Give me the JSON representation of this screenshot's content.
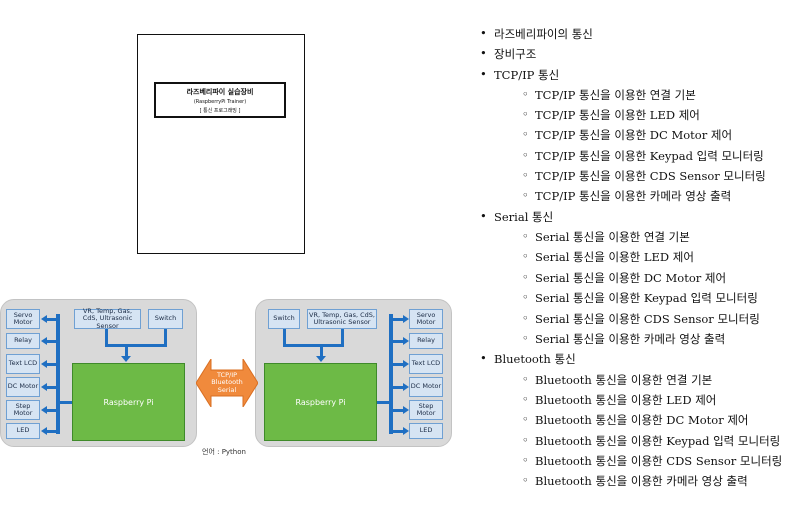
{
  "cover": {
    "title": "라즈베리파이 실습장비",
    "subtitle": "(RaspberryPi Trainer)",
    "tag": "[ 통신 프로그래밍 ]"
  },
  "diagram": {
    "left_panel": {
      "outputs": [
        "Servo Motor",
        "Relay",
        "Text LCD",
        "DC Motor",
        "Step Motor",
        "LED"
      ],
      "sensors": "VR, Temp, Gas, CdS, Ultrasonic Sensor",
      "switch": "Switch",
      "board": "Raspberry Pi"
    },
    "right_panel": {
      "outputs": [
        "Servo Motor",
        "Relay",
        "Text LCD",
        "DC Motor",
        "Step Motor",
        "LED"
      ],
      "sensors": "VR, Temp, Gas, CdS, Ultrasonic Sensor",
      "switch": "Switch",
      "board": "Raspberry Pi"
    },
    "link_label": "TCP/IP Bluetooth Serial",
    "language_note": "언어 : Python",
    "colors": {
      "panel": "#d9d9d9",
      "box": "#d6e4f3",
      "board": "#6dba46",
      "link": "#f08a3c",
      "bus": "#1f6fc2"
    }
  },
  "outline": [
    {
      "text": "라즈베리파이의 통신",
      "items": []
    },
    {
      "text": "장비구조",
      "items": []
    },
    {
      "text": "TCP/IP 통신",
      "items": [
        "TCP/IP 통신을 이용한 연결 기본",
        "TCP/IP 통신을 이용한 LED 제어",
        "TCP/IP 통신을 이용한 DC Motor 제어",
        "TCP/IP 통신을 이용한 Keypad 입력 모니터링",
        "TCP/IP 통신을 이용한 CDS Sensor 모니터링",
        "TCP/IP 통신을 이용한 카메라 영상 출력"
      ]
    },
    {
      "text": "Serial 통신",
      "items": [
        "Serial 통신을 이용한 연결 기본",
        "Serial 통신을 이용한 LED 제어",
        "Serial 통신을 이용한 DC Motor 제어",
        "Serial 통신을 이용한 Keypad 입력 모니터링",
        "Serial 통신을 이용한 CDS Sensor 모니터링",
        "Serial 통신을 이용한 카메라 영상 출력"
      ]
    },
    {
      "text": "Bluetooth 통신",
      "items": [
        "Bluetooth 통신을 이용한 연결 기본",
        "Bluetooth 통신을 이용한 LED 제어",
        "Bluetooth 통신을 이용한 DC Motor 제어",
        "Bluetooth 통신을 이용한 Keypad 입력 모니터링",
        "Bluetooth 통신을 이용한 CDS Sensor 모니터링",
        "Bluetooth 통신을 이용한 카메라 영상 출력"
      ]
    }
  ]
}
